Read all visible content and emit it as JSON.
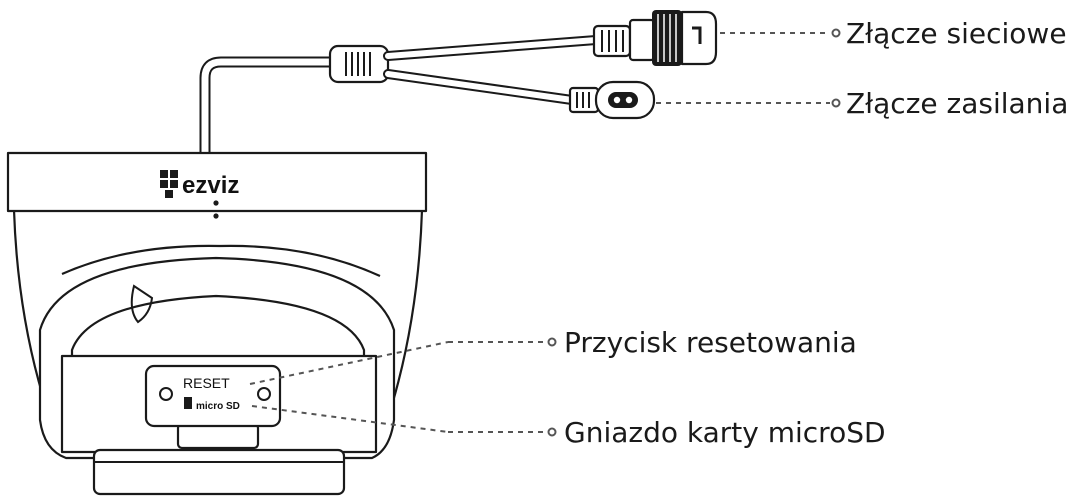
{
  "diagram": {
    "brand_logo": "ezviz",
    "device_labels": {
      "reset": "RESET",
      "microsd_mark": "micro SD"
    },
    "callouts": [
      {
        "id": "network",
        "label": "Złącze sieciowe"
      },
      {
        "id": "power",
        "label": "Złącze zasilania"
      },
      {
        "id": "reset",
        "label": "Przycisk resetowania"
      },
      {
        "id": "microsd",
        "label": "Gniazdo karty microSD"
      }
    ]
  }
}
